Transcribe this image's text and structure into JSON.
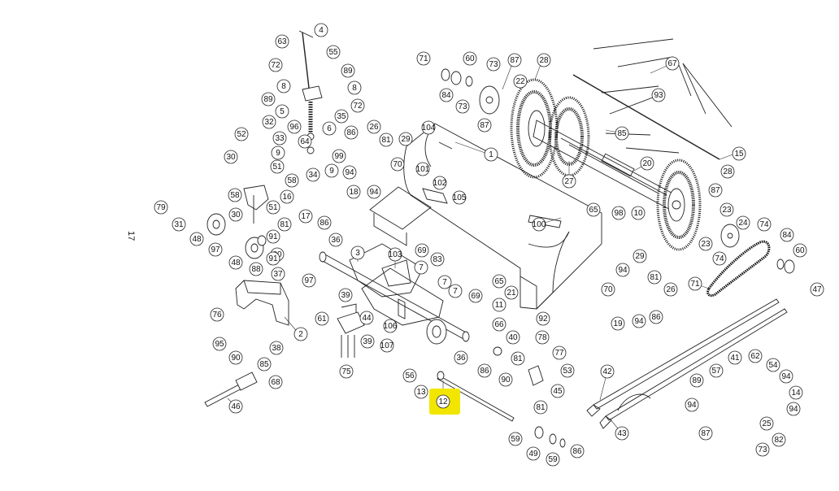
{
  "page": {
    "number": "17"
  },
  "highlight": {
    "label": "12",
    "color": "#f2e600"
  },
  "callouts": [
    "63",
    "4",
    "72",
    "55",
    "89",
    "8",
    "8",
    "89",
    "72",
    "5",
    "35",
    "96",
    "6",
    "64",
    "33",
    "52",
    "32",
    "30",
    "9",
    "99",
    "9",
    "51",
    "34",
    "58",
    "86",
    "26",
    "81",
    "29",
    "94",
    "70",
    "18",
    "94",
    "104",
    "1",
    "101",
    "102",
    "105",
    "100",
    "71",
    "60",
    "84",
    "73",
    "73",
    "87",
    "22",
    "87",
    "28",
    "67",
    "93",
    "85",
    "27",
    "20",
    "15",
    "28",
    "79",
    "31",
    "48",
    "58",
    "16",
    "30",
    "51",
    "17",
    "86",
    "91",
    "81",
    "97",
    "48",
    "88",
    "36",
    "80",
    "3",
    "103",
    "91",
    "37",
    "97",
    "7",
    "69",
    "7",
    "83",
    "7",
    "69",
    "65",
    "21",
    "11",
    "92",
    "66",
    "2",
    "76",
    "95",
    "38",
    "90",
    "85",
    "68",
    "46",
    "61",
    "39",
    "44",
    "39",
    "75",
    "106",
    "107",
    "36",
    "40",
    "78",
    "77",
    "81",
    "86",
    "53",
    "90",
    "45",
    "56",
    "13",
    "12",
    "81",
    "59",
    "49",
    "59",
    "86",
    "42",
    "43",
    "41",
    "62",
    "57",
    "54",
    "89",
    "94",
    "14",
    "94",
    "94",
    "25",
    "87",
    "82",
    "73",
    "65",
    "98",
    "10",
    "87",
    "23",
    "23",
    "24",
    "74",
    "74",
    "84",
    "60",
    "71",
    "47",
    "94",
    "29",
    "81",
    "70",
    "26",
    "19",
    "94",
    "86"
  ]
}
